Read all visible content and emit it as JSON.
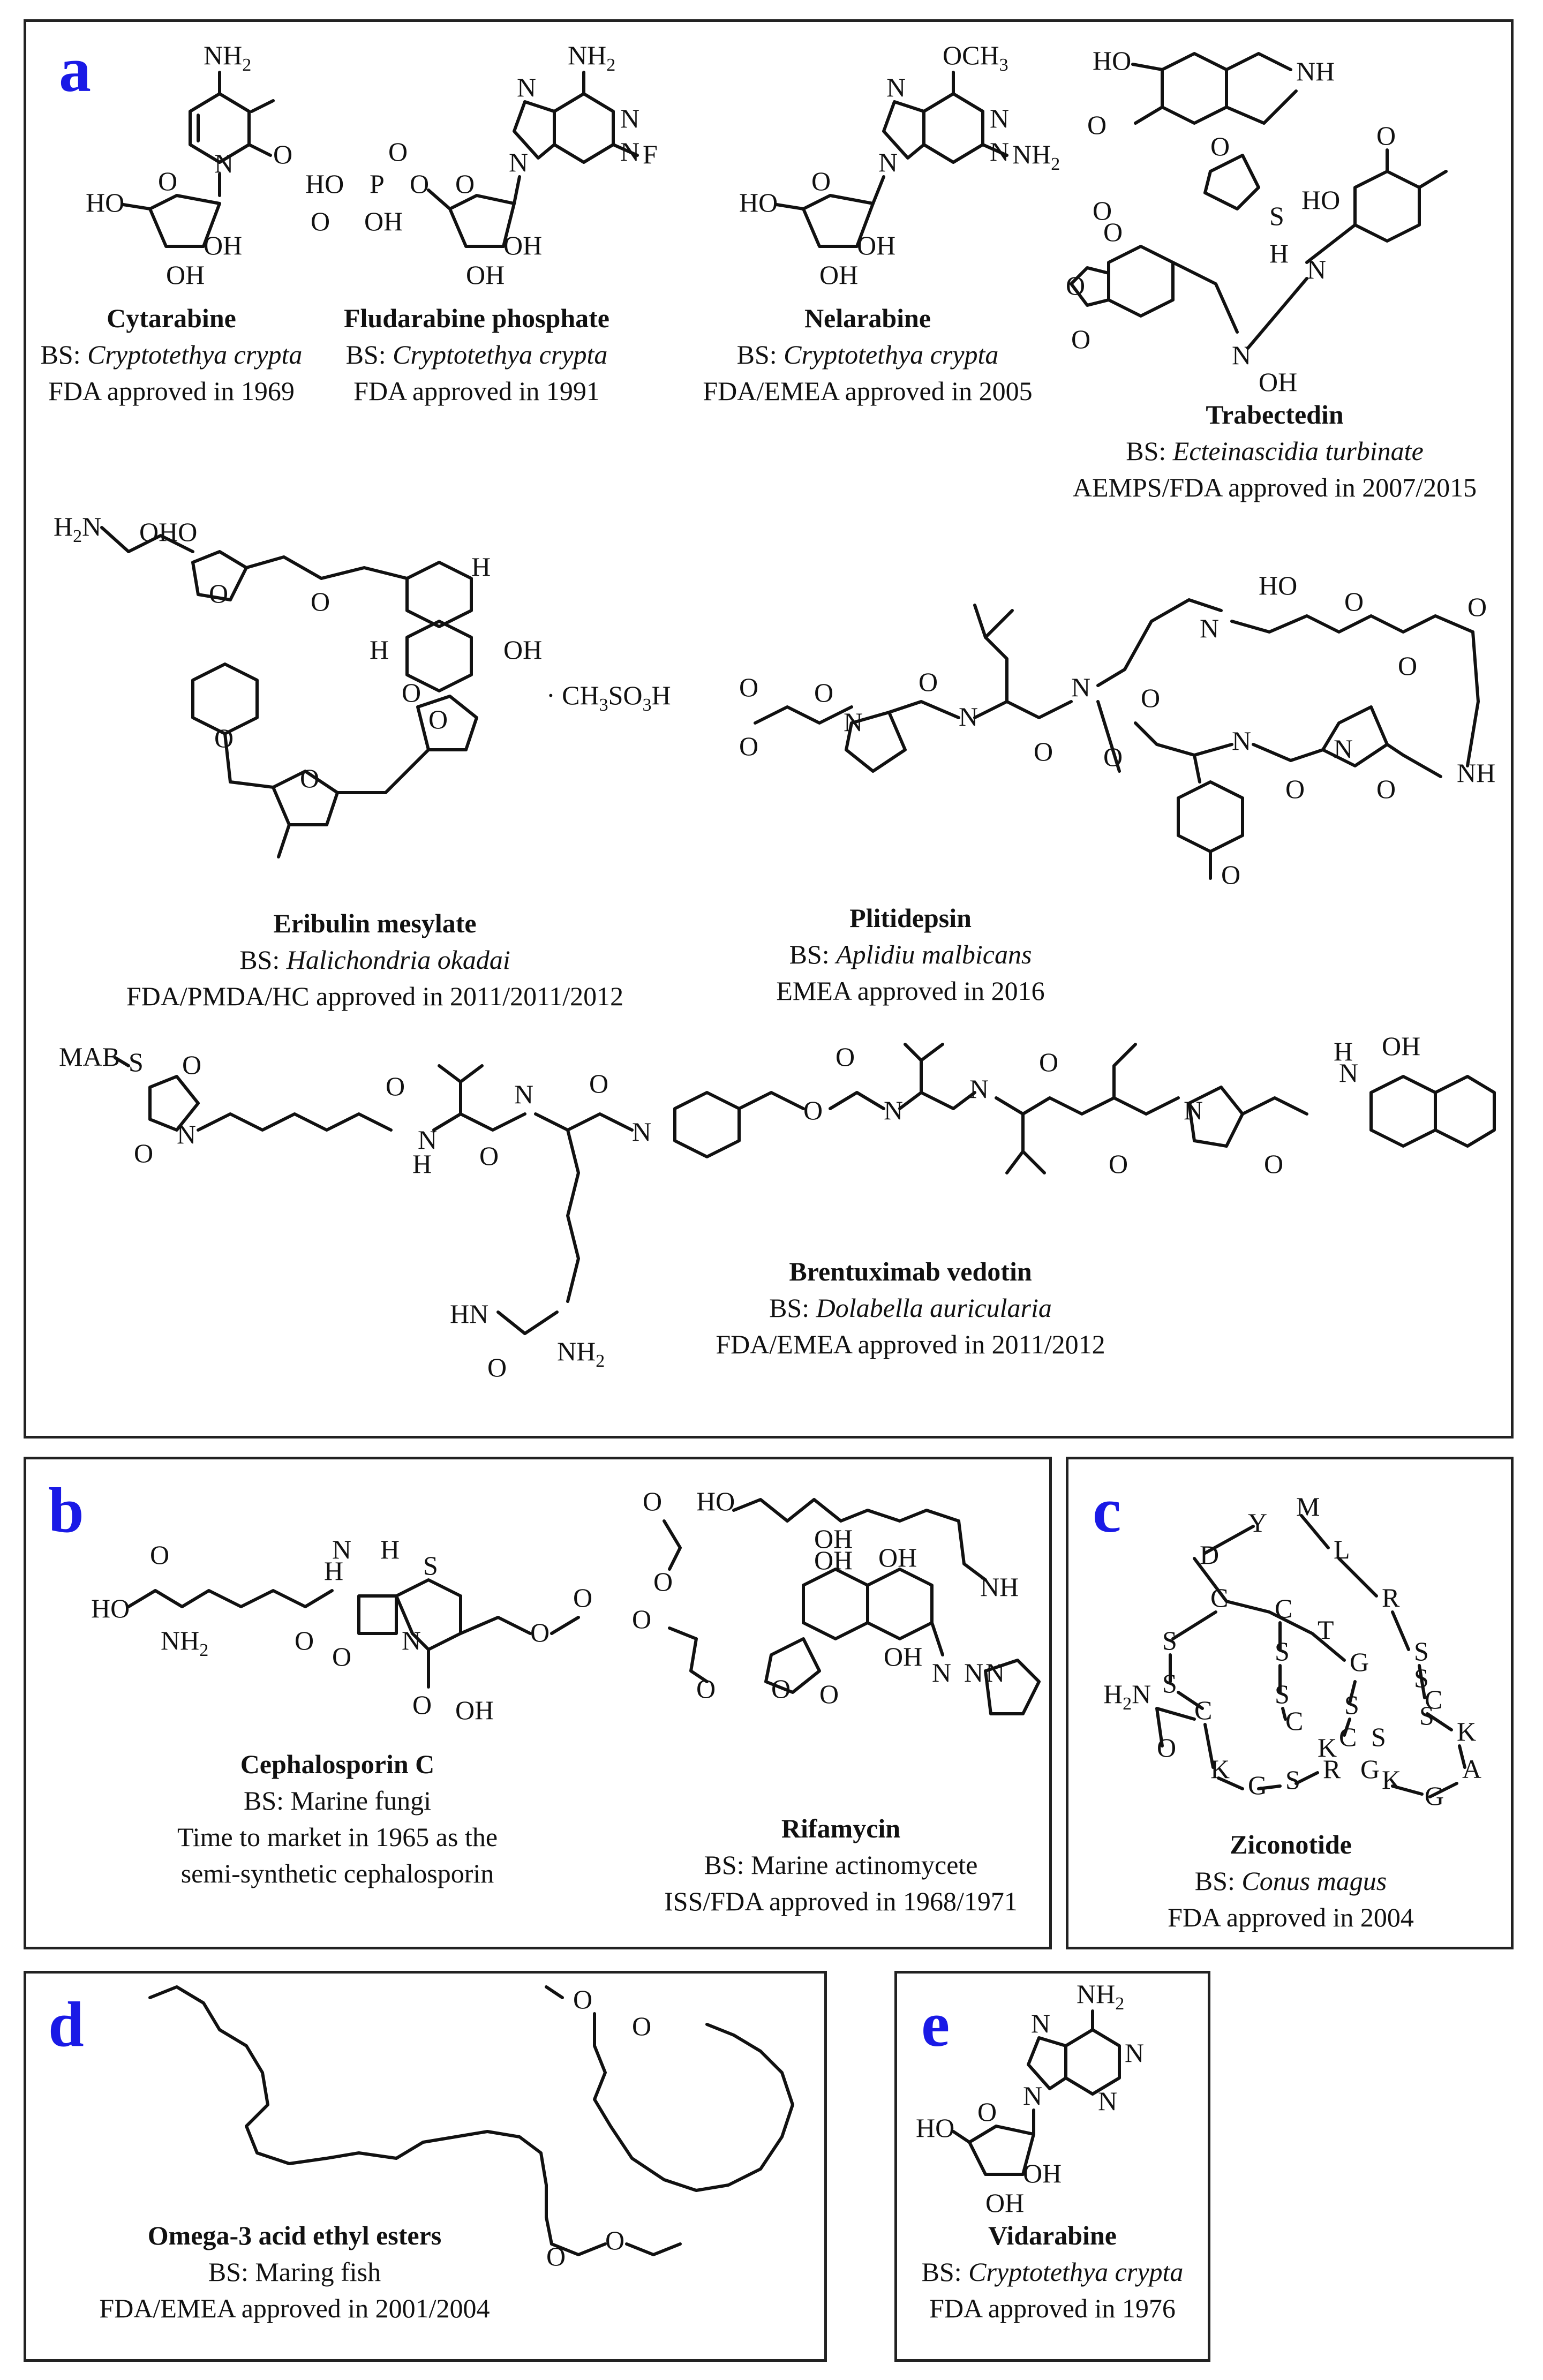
{
  "panels": {
    "a": {
      "label": "a",
      "compounds": [
        {
          "name": "Cytarabine",
          "bs_prefix": "BS: ",
          "source": "Cryptotethya crypta",
          "approval": "FDA approved in 1969"
        },
        {
          "name": "Fludarabine phosphate",
          "bs_prefix": "BS: ",
          "source": "Cryptotethya crypta",
          "approval": "FDA approved in 1991"
        },
        {
          "name": "Nelarabine",
          "bs_prefix": "BS: ",
          "source": "Cryptotethya crypta",
          "approval": "FDA/EMEA approved in 2005"
        },
        {
          "name": "Trabectedin",
          "bs_prefix": "BS: ",
          "source": "Ecteinascidia turbinate",
          "approval": "AEMPS/FDA approved in 2007/2015"
        },
        {
          "name": "Eribulin mesylate",
          "bs_prefix": "BS: ",
          "source": "Halichondria okadai",
          "approval": "FDA/PMDA/HC approved in 2011/2011/2012"
        },
        {
          "name": "Plitidepsin",
          "bs_prefix": "BS: ",
          "source": "Aplidiu malbicans",
          "approval": "EMEA approved in 2016"
        },
        {
          "name": "Brentuximab vedotin",
          "bs_prefix": "BS: ",
          "source": "Dolabella auricularia",
          "approval": "FDA/EMEA approved in 2011/2012"
        }
      ]
    },
    "b": {
      "label": "b",
      "compounds": [
        {
          "name": "Cephalosporin C",
          "line1": "BS: Marine fungi",
          "line2": "Time to market in 1965 as the",
          "line3": "semi-synthetic cephalosporin"
        },
        {
          "name": "Rifamycin",
          "line1": "BS: Marine actinomycete",
          "line2": "ISS/FDA approved in 1968/1971"
        }
      ]
    },
    "c": {
      "label": "c",
      "compounds": [
        {
          "name": "Ziconotide",
          "bs_prefix": "BS: ",
          "source": "Conus magus",
          "approval": "FDA approved in 2004"
        }
      ]
    },
    "d": {
      "label": "d",
      "compounds": [
        {
          "name": "Omega-3 acid ethyl esters",
          "line1": "BS: Maring fish",
          "line2": "FDA/EMEA approved in 2001/2004"
        }
      ]
    },
    "e": {
      "label": "e",
      "compounds": [
        {
          "name": "Vidarabine",
          "bs_prefix": "BS: ",
          "source": "Cryptotethya crypta",
          "approval": "FDA approved in 1976"
        }
      ]
    }
  },
  "atom_labels": {
    "nh2": "NH2",
    "nh2_sub": "2",
    "ho": "HO",
    "oh": "OH",
    "o": "O",
    "n": "N",
    "f": "F",
    "p": "P",
    "s": "S",
    "h": "H",
    "nh": "NH",
    "och3": "OCH3",
    "h2n": "H2N",
    "mab": "MAB",
    "ch3so3h": "· CH3SO3H",
    "hn": "HN",
    "ohh": "OH"
  },
  "peptide": {
    "residues": [
      "D",
      "Y",
      "M",
      "L",
      "R",
      "S",
      "C",
      "K",
      "A",
      "G",
      "K",
      "G",
      "R",
      "S",
      "G",
      "K",
      "C",
      "S",
      "S",
      "C",
      "T",
      "G",
      "S",
      "S",
      "C",
      "C",
      "S",
      "S",
      "C",
      "C",
      "K",
      "H2N",
      "O"
    ]
  }
}
